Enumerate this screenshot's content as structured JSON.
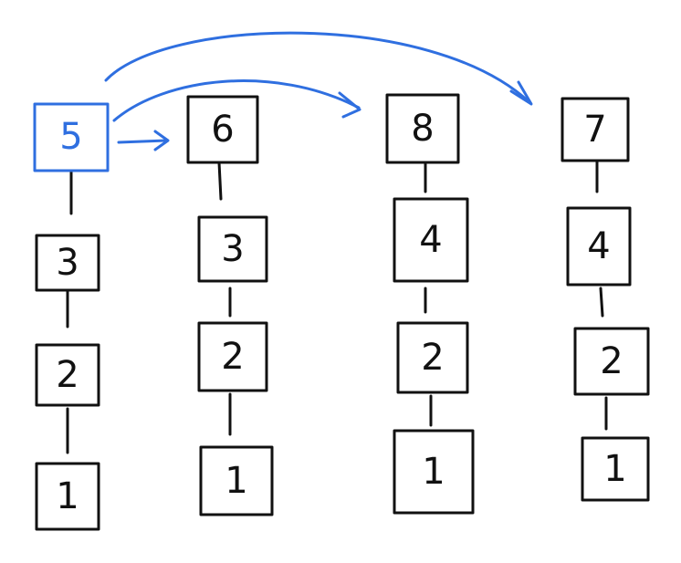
{
  "columns": [
    {
      "nodes": [
        "5",
        "3",
        "2",
        "1"
      ],
      "highlight_top": true
    },
    {
      "nodes": [
        "6",
        "3",
        "2",
        "1"
      ],
      "highlight_top": false
    },
    {
      "nodes": [
        "8",
        "4",
        "2",
        "1"
      ],
      "highlight_top": false
    },
    {
      "nodes": [
        "7",
        "4",
        "2",
        "1"
      ],
      "highlight_top": false
    }
  ],
  "colors": {
    "highlight": "#2f6fe0",
    "ink": "#111111"
  }
}
